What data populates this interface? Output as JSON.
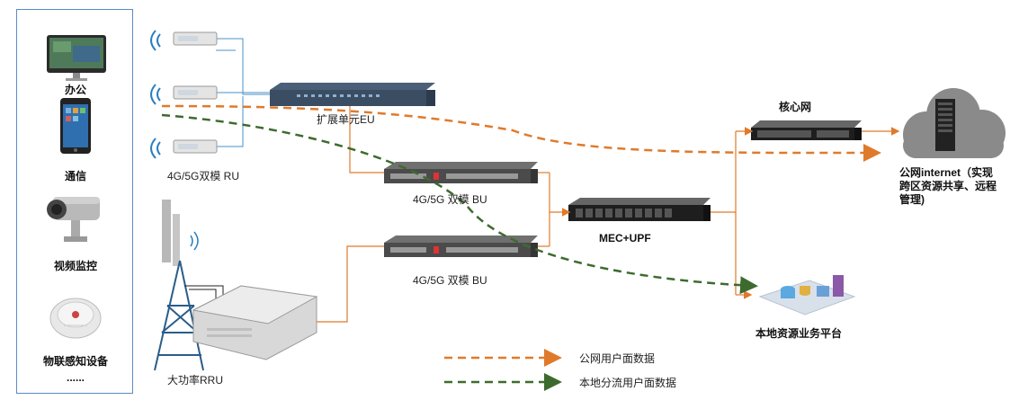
{
  "terminals": {
    "office": "办公",
    "comms": "通信",
    "video": "视频监控",
    "iot": "物联感知设备",
    "more": "......"
  },
  "ru_label": "4G/5G双模 RU",
  "eu_label": "扩展单元EU",
  "bu1_label": "4G/5G 双模 BU",
  "bu2_label": "4G/5G 双模 BU",
  "rru_label": "大功率RRU",
  "mec_label": "MEC+UPF",
  "core_label": "核心网",
  "internet_label_lines": [
    "公网internet（实现",
    "跨区资源共享、远程",
    "管理)"
  ],
  "local_platform_label": "本地资源业务平台",
  "legend": {
    "public": "公网用户面数据",
    "local": "本地分流用户面数据"
  },
  "colors": {
    "panel_border": "#5b8bc6",
    "orange_line": "#e07a2b",
    "green_line": "#3d6b2e",
    "topo_line": "#4a90c8"
  }
}
